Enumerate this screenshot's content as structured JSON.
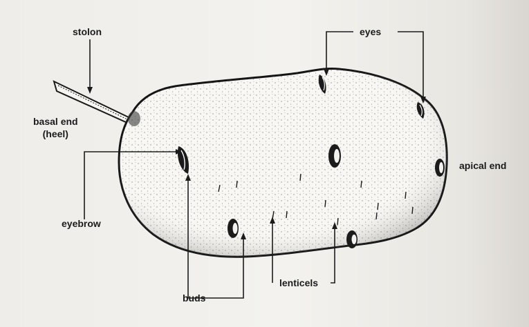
{
  "labels": {
    "stolon": "stolon",
    "eyes": "eyes",
    "basal_end_line1": "basal end",
    "basal_end_line2": "(heel)",
    "apical_end": "apical end",
    "eyebrow": "eyebrow",
    "buds": "buds",
    "lenticels": "lenticels"
  },
  "colors": {
    "ink": "#1b1b1b",
    "paper": "#f3f2ee"
  }
}
